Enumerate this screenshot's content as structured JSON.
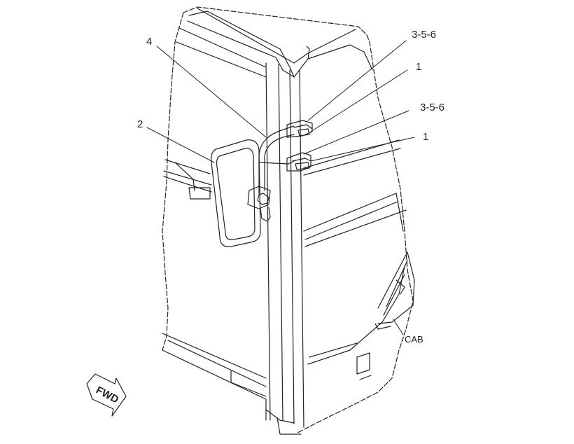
{
  "callouts": {
    "c1": "4",
    "c2": "2",
    "c3": "3-5-6",
    "c4": "1",
    "c5": "3-5-6",
    "c6": "1",
    "cab": "CAB"
  },
  "fwd_label": "FWD",
  "colors": {
    "line": "#222222",
    "background": "#ffffff"
  }
}
